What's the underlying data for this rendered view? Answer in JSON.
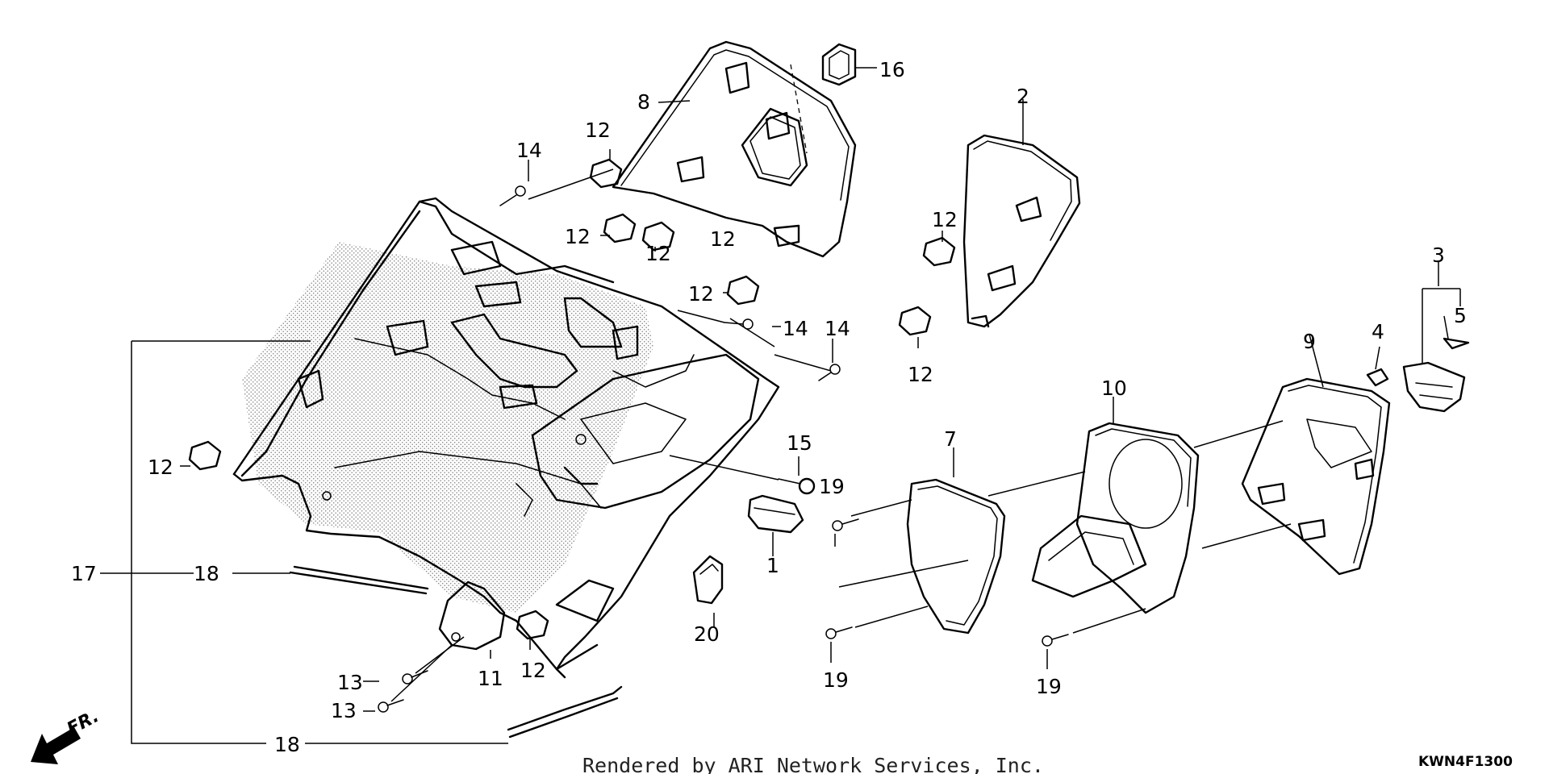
{
  "callouts": {
    "c1": "1",
    "c2": "2",
    "c3": "3",
    "c4": "4",
    "c5": "5",
    "c7": "7",
    "c8": "8",
    "c9": "9",
    "c10": "10",
    "c11": "11",
    "c12a": "12",
    "c12b": "12",
    "c12c": "12",
    "c12d": "12",
    "c12e": "12",
    "c12f": "12",
    "c12g": "12",
    "c12h": "12",
    "c12i": "12",
    "c13a": "13",
    "c13b": "13",
    "c14a": "14",
    "c14b": "14",
    "c14c": "14",
    "c15": "15",
    "c16": "16",
    "c17": "17",
    "c18a": "18",
    "c18b": "18",
    "c19a": "19",
    "c19b": "19",
    "c19c": "19",
    "c20": "20"
  },
  "direction_marker": "FR.",
  "footer": {
    "credit": "Rendered by ARI Network Services, Inc.",
    "diagram_code": "KWN4F1300"
  },
  "colors": {
    "ink": "#000000",
    "background": "#ffffff",
    "shading": "#888888"
  }
}
